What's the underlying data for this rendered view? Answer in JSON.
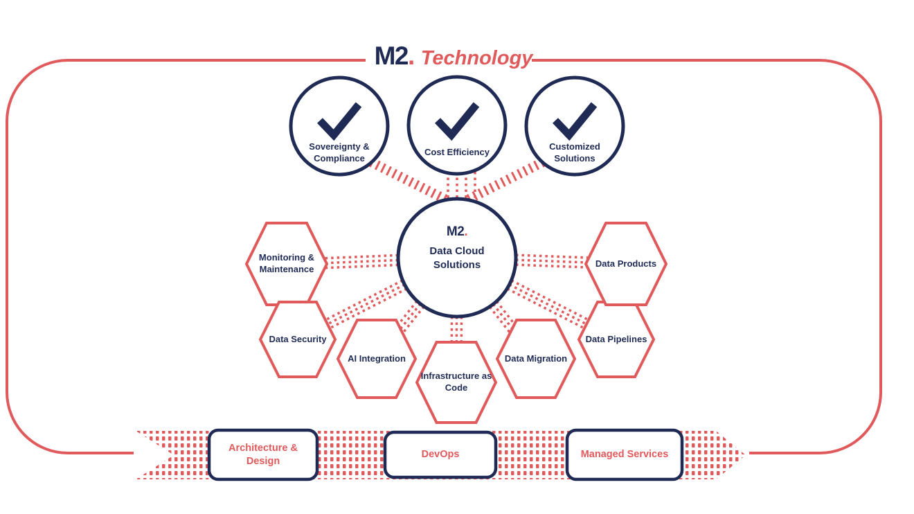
{
  "colors": {
    "navy": "#1f2b55",
    "coral": "#e05a5c",
    "bg": "#ffffff"
  },
  "title": {
    "logo": "M2",
    "logo_dot": ".",
    "text": "Technology"
  },
  "benefits": [
    {
      "label": "Sovereignty & Compliance",
      "icon": "check-icon"
    },
    {
      "label": "Cost Efficiency",
      "icon": "check-icon"
    },
    {
      "label": "Customized Solutions",
      "icon": "check-icon"
    }
  ],
  "center": {
    "logo": "M2",
    "logo_dot": ".",
    "label": "Data Cloud Solutions"
  },
  "services": [
    {
      "label": "Monitoring & Maintenance"
    },
    {
      "label": "Data Security"
    },
    {
      "label": "AI Integration"
    },
    {
      "label": "Infrastructure as Code"
    },
    {
      "label": "Data Migration"
    },
    {
      "label": "Data Pipelines"
    },
    {
      "label": "Data Products"
    }
  ],
  "process": [
    {
      "label": "Architecture & Design"
    },
    {
      "label": "DevOps"
    },
    {
      "label": "Managed Services"
    }
  ]
}
